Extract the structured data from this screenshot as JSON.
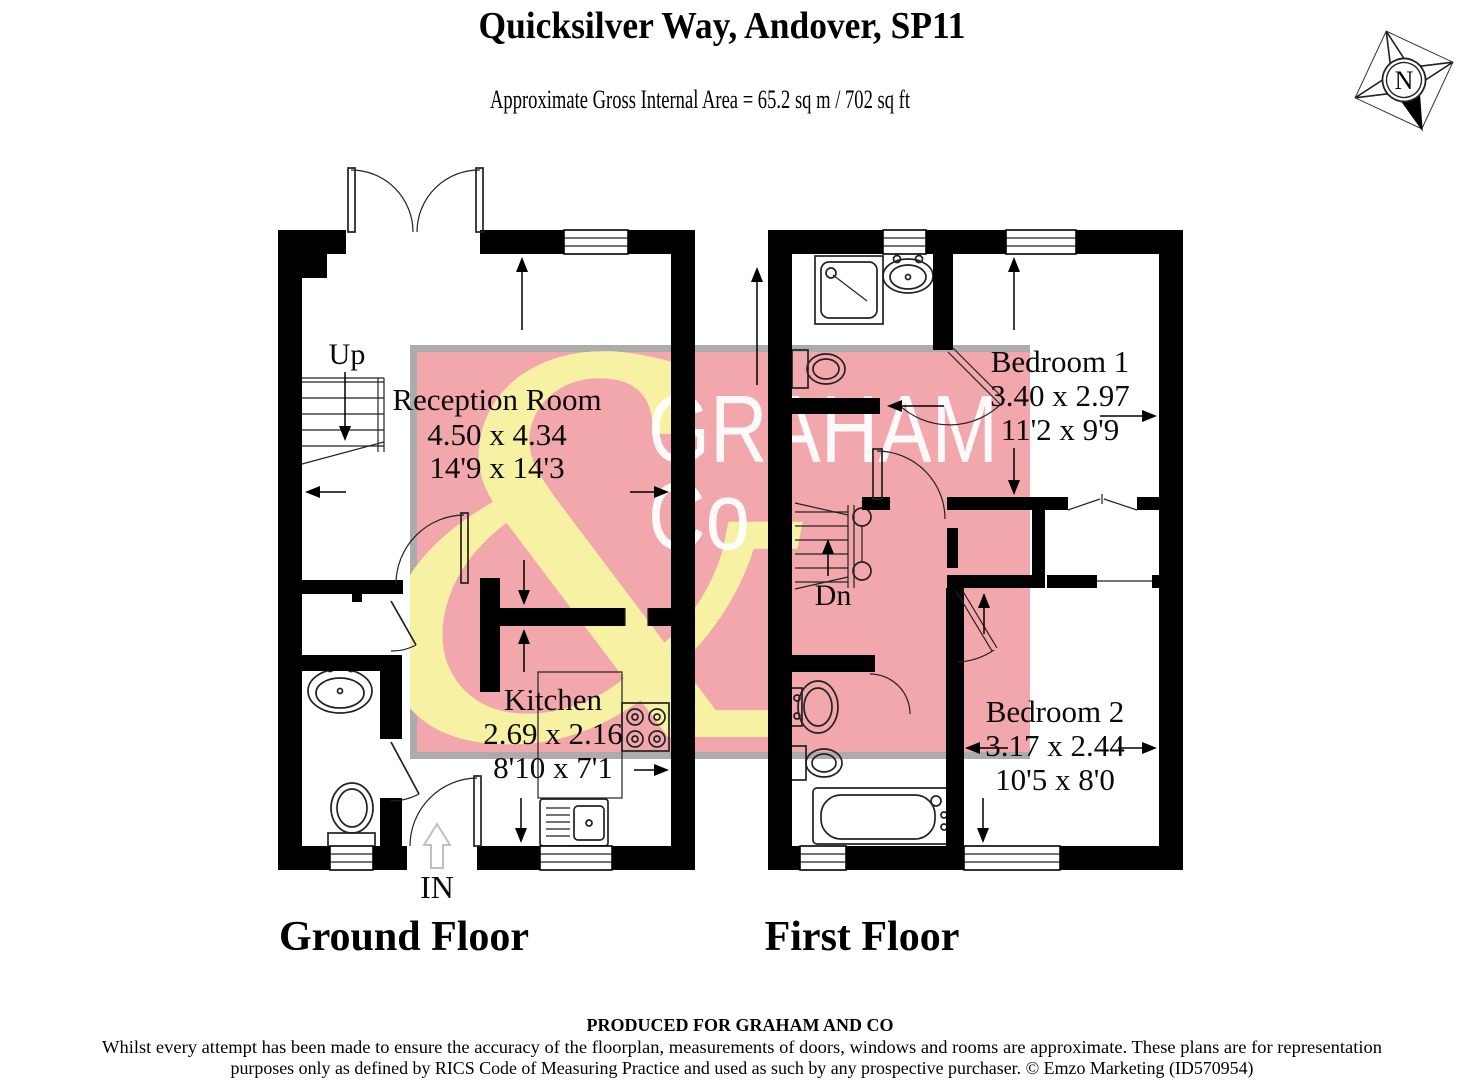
{
  "title": "Quicksilver Way, Andover, SP11",
  "subtitle": "Approximate Gross Internal Area = 65.2 sq m / 702 sq ft",
  "compass": {
    "label": "N"
  },
  "watermark": {
    "ampersand": "&",
    "brand": "GRAHAM",
    "brand2": "Co",
    "pink": "#F2A7AC",
    "yellow": "#F7F2A3",
    "gray_border": "#ACACAC"
  },
  "ground_floor": {
    "label": "Ground Floor",
    "stairs_label": "Up",
    "entrance_label": "IN",
    "rooms": [
      {
        "name": "Reception Room",
        "metric": "4.50 x 4.34",
        "imperial": "14'9 x 14'3"
      },
      {
        "name": "Kitchen",
        "metric": "2.69 x 2.16",
        "imperial": "8'10 x 7'1"
      }
    ]
  },
  "first_floor": {
    "label": "First Floor",
    "stairs_label": "Dn",
    "rooms": [
      {
        "name": "Bedroom 1",
        "metric": "3.40 x 2.97",
        "imperial": "11'2 x 9'9"
      },
      {
        "name": "Bedroom 2",
        "metric": "3.17 x 2.44",
        "imperial": "10'5 x 8'0"
      }
    ]
  },
  "footer": {
    "produced_for": "PRODUCED FOR GRAHAM AND CO",
    "disclaimer_line1": "Whilst every attempt has been made to ensure the accuracy of the floorplan, measurements of doors, windows and rooms are approximate. These plans are for representation",
    "disclaimer_line2": "purposes only as defined by RICS Code of Measuring Practice and used as such by any prospective purchaser. © Emzo Marketing (ID570954)"
  }
}
